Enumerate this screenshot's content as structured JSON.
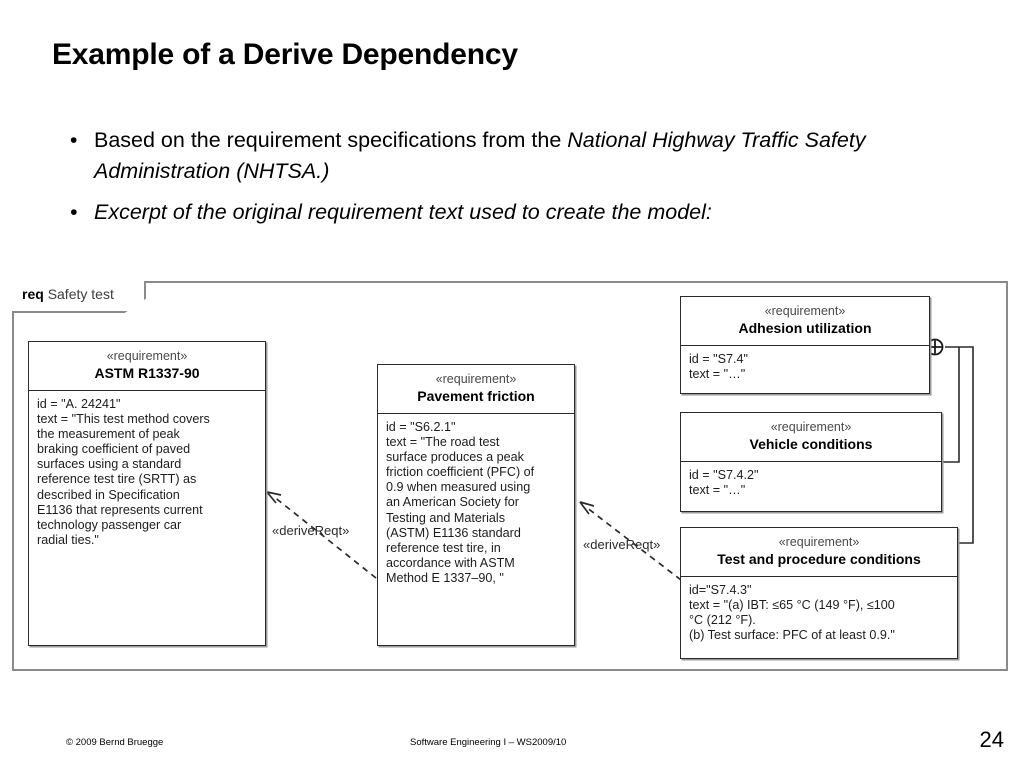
{
  "slide": {
    "title": "Example of a Derive Dependency",
    "bullets": [
      {
        "marker": "•",
        "text_plain": "Based on the requirement specifications from the ",
        "text_italic": "National Highway Traffic Safety Administration (NHTSA.)"
      },
      {
        "marker": "•",
        "text_plain": "",
        "text_italic": "Excerpt of the original requirement text used to create the model:"
      }
    ]
  },
  "diagram": {
    "frame": {
      "kind": "req",
      "name": "Safety test"
    },
    "boxes": [
      {
        "id": "astm",
        "stereotype": "«requirement»",
        "name": "ASTM R1337-90",
        "body": "id = \"A. 24241\"\ntext = \"This test method covers\nthe measurement of peak\nbraking coefficient of paved\nsurfaces using a standard\nreference test tire (SRTT) as\ndescribed in Specification\nE1136 that represents current\ntechnology passenger car\nradial ties.\""
      },
      {
        "id": "pavement",
        "stereotype": "«requirement»",
        "name": "Pavement friction",
        "body": "id = \"S6.2.1\"\ntext = \"The road test\nsurface produces a peak\nfriction coefficient (PFC) of\n0.9 when measured using\nan American Society for\nTesting and Materials\n(ASTM) E1136 standard\nreference test tire, in\naccordance with ASTM\nMethod E 1337–90, \""
      },
      {
        "id": "adhesion",
        "stereotype": "«requirement»",
        "name": "Adhesion utilization",
        "body": "id = \"S7.4\"\ntext = \"…\""
      },
      {
        "id": "vehicle",
        "stereotype": "«requirement»",
        "name": "Vehicle conditions",
        "body": "id = \"S7.4.2\"\ntext = \"…\""
      },
      {
        "id": "testproc",
        "stereotype": "«requirement»",
        "name": "Test and procedure conditions",
        "body": "id=\"S7.4.3\"\ntext = \"(a) IBT: ≤65 °C (149 °F), ≤100\n°C (212 °F).\n(b) Test surface: PFC of at least 0.9.\""
      }
    ],
    "dependencies": [
      {
        "id": "derive-1",
        "label": "«deriveReqt»",
        "from": "pavement",
        "to": "astm"
      },
      {
        "id": "derive-2",
        "label": "«deriveReqt»",
        "from": "testproc",
        "to": "pavement"
      }
    ],
    "containment": {
      "symbol": "⊕",
      "parent": "adhesion",
      "children": [
        "vehicle",
        "testproc"
      ]
    }
  },
  "footer": {
    "copyright": "© 2009 Bernd Bruegge",
    "course": "Software Engineering  I – WS2009/10",
    "page": "24"
  },
  "colors": {
    "frame_border": "#8a8a8a",
    "box_border": "#2b2b2b",
    "box_shadow": "#9a9a9a",
    "text": "#000000",
    "stereotype_text": "#4a4a4a",
    "wire": "#2b2b2b"
  }
}
